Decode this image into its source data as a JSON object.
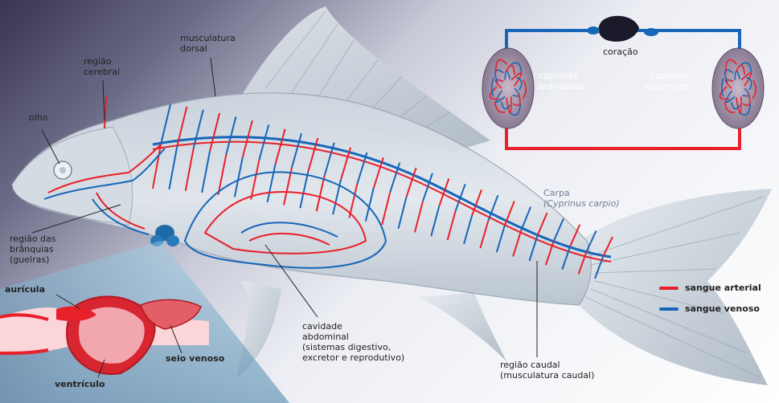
{
  "labels": {
    "musculatura": [
      "musculatura",
      "dorsal"
    ],
    "cerebral": [
      "região",
      "cerebral"
    ],
    "olho": "olho",
    "branquias": [
      "região das",
      "brânquias",
      "(guelras)"
    ],
    "auricula": "aurícula",
    "ventriculo": "ventrículo",
    "seio": "seio venoso",
    "cavidade_title": [
      "cavidade",
      "abdominal"
    ],
    "cavidade_sub": [
      "(sistemas digestivo,",
      "excretor e reprodutivo)"
    ],
    "caudal": [
      "região caudal",
      "(musculatura caudal)"
    ],
    "especie": [
      "Carpa",
      "(Cyprinus carpio)"
    ],
    "coracao": "coração",
    "cap_branquiais": [
      "capilares",
      "branquiais"
    ],
    "cap_sistemicos": [
      "capilares",
      "sistémicos"
    ]
  },
  "legend": {
    "arterial": "sangue arterial",
    "venoso": "sangue venoso"
  },
  "colors": {
    "arterial": "#e8202a",
    "venoso": "#1766b8",
    "heart": "#d72630"
  }
}
